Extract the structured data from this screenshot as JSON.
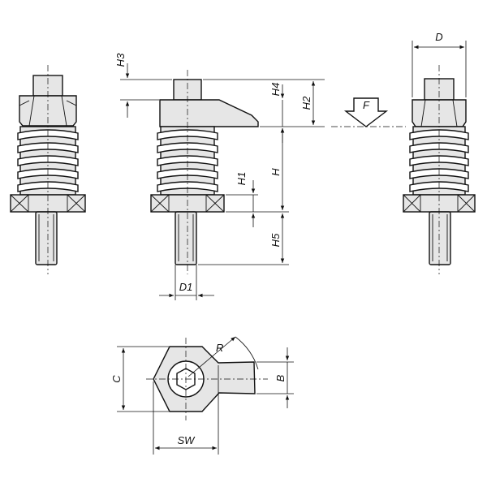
{
  "labels": {
    "d": "D",
    "h3": "H3",
    "h4": "H4",
    "h2": "H2",
    "f": "F",
    "h": "H",
    "h1": "H1",
    "h5": "H5",
    "d1": "D1",
    "r": "R",
    "c": "C",
    "b": "B",
    "sw": "SW"
  }
}
